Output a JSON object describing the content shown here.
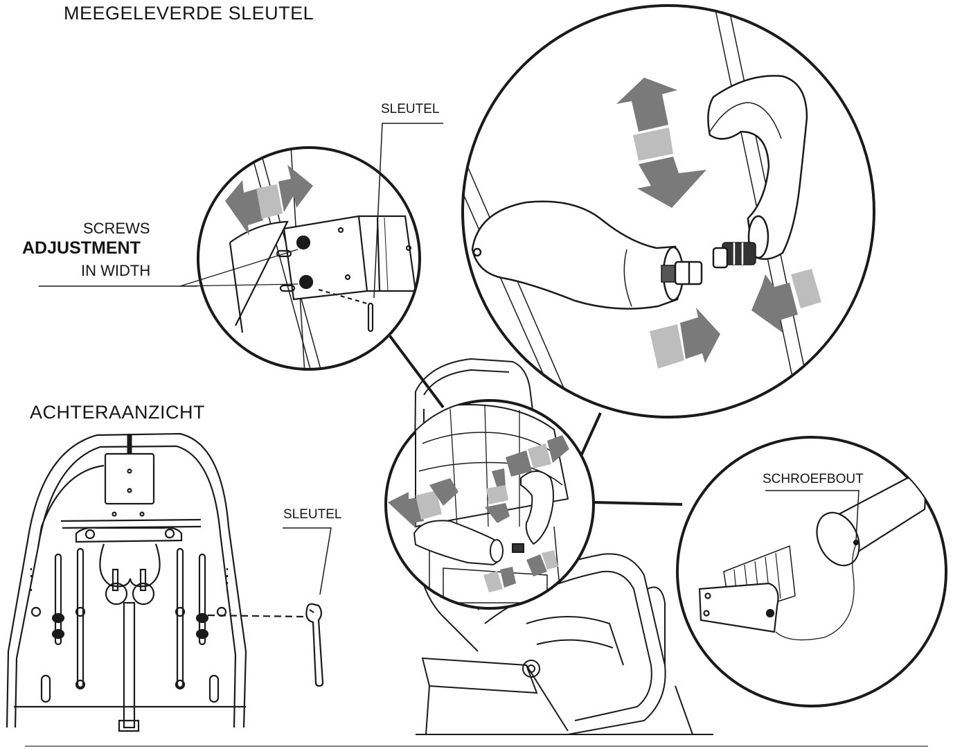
{
  "labels": {
    "supplied_key_title": "MEEGELEVERDE SLEUTEL",
    "key_top": "SLEUTEL",
    "screws": "SCREWS",
    "adjustment": "ADJUSTMENT",
    "in_width": "IN WIDTH",
    "rear_view_title": "ACHTERAANZICHT",
    "key_bottom": "SLEUTEL",
    "bolt": "SCHROEFBOUT"
  },
  "colors": {
    "line": "#1a1a1a",
    "arrow_dark": "#7a7a7a",
    "arrow_light": "#bdbdbd"
  }
}
